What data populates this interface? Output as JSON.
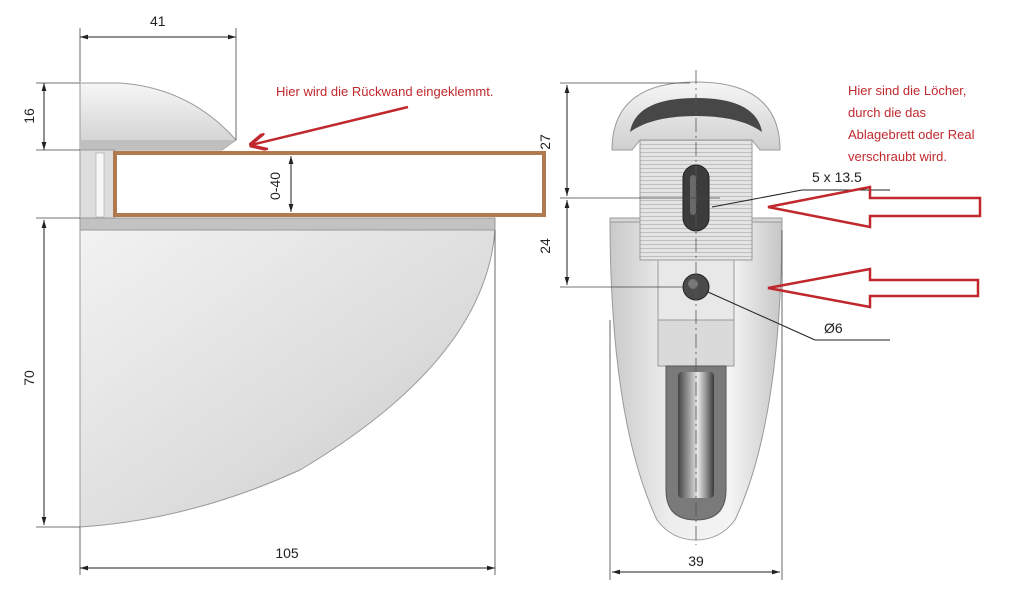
{
  "dimensions": {
    "width_top": "41",
    "height_top": "16",
    "gap": "0-40",
    "height_bottom": "70",
    "length": "105",
    "upper_hole_dist": "27",
    "lower_hole_dist": "24",
    "slot": "5 x 13.5",
    "hole_diameter": "Ø6",
    "front_width": "39"
  },
  "annotations": {
    "back_wall_note": "Hier wird die Rückwand eingeklemmt.",
    "holes_note": [
      "Hier sind die Löcher,",
      "durch die das",
      "Ablagebrett oder Real",
      "verschraubt wird."
    ]
  },
  "colors": {
    "annotation": "#c0282d",
    "board_outline": "#b07a4f",
    "metal_light": "#ececec",
    "metal_dark": "#bdbdbd"
  }
}
